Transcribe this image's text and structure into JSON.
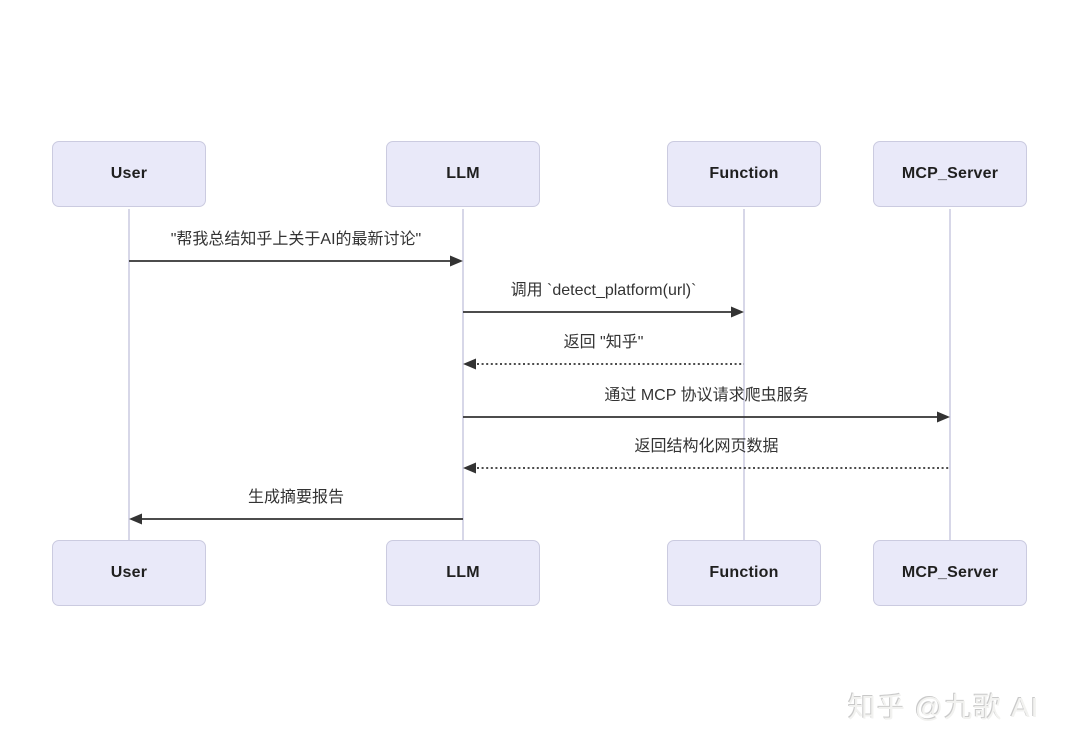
{
  "diagram": {
    "type": "sequence-diagram",
    "actors": [
      {
        "id": "user",
        "label": "User"
      },
      {
        "id": "llm",
        "label": "LLM"
      },
      {
        "id": "function",
        "label": "Function"
      },
      {
        "id": "mcp_server",
        "label": "MCP_Server"
      }
    ],
    "messages": [
      {
        "from": "User",
        "to": "LLM",
        "label": "\"帮我总结知乎上关于AI的最新讨论\"",
        "line": "solid",
        "direction": "right"
      },
      {
        "from": "LLM",
        "to": "Function",
        "label": "调用 `detect_platform(url)`",
        "line": "solid",
        "direction": "right"
      },
      {
        "from": "Function",
        "to": "LLM",
        "label": "返回 \"知乎\"",
        "line": "dotted",
        "direction": "left"
      },
      {
        "from": "LLM",
        "to": "MCP_Server",
        "label": "通过 MCP 协议请求爬虫服务",
        "line": "solid",
        "direction": "right"
      },
      {
        "from": "MCP_Server",
        "to": "LLM",
        "label": "返回结构化网页数据",
        "line": "dotted",
        "direction": "left"
      },
      {
        "from": "LLM",
        "to": "User",
        "label": "生成摘要报告",
        "line": "solid",
        "direction": "left"
      }
    ]
  },
  "watermark": {
    "text": "知乎 @九歌 AI"
  },
  "colors": {
    "background": "#ffffff",
    "actor_fill": "#e9e9f9",
    "actor_border": "#cbcbe0",
    "lifeline": "#d7d7e8",
    "arrow": "#333333",
    "message_text": "#333333",
    "watermark_text": "#f2f2f0"
  }
}
